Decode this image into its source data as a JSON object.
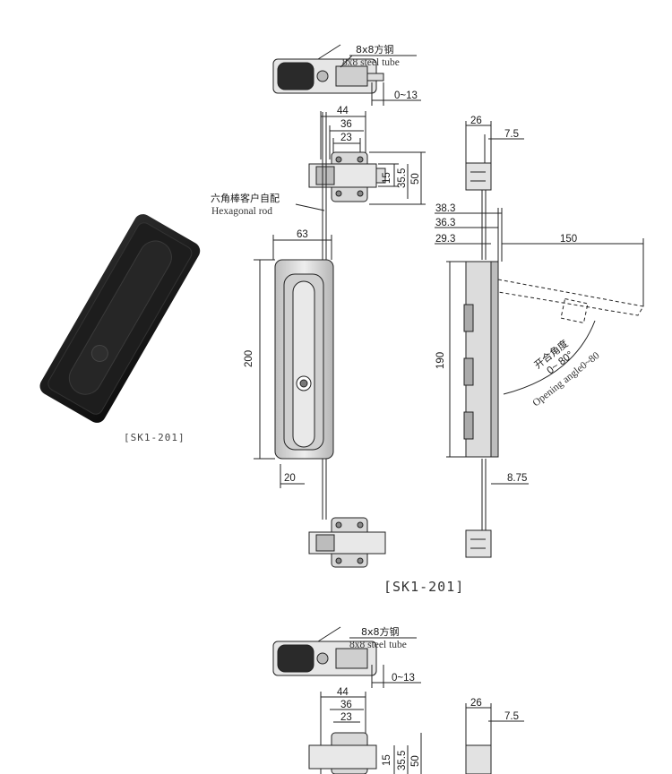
{
  "product": {
    "photo_caption": "[SK1-201]",
    "drawing_caption": "[SK1-201]"
  },
  "labels": {
    "steel_tube_cn": "8x8方钢",
    "steel_tube_en": "8x8 steel tube",
    "hex_rod_cn": "六角棒客户自配",
    "hex_rod_en": "Hexagonal rod",
    "opening_cn": "开合角度",
    "opening_deg": "0~ 80°",
    "opening_en": "Opening angle0~80"
  },
  "dimensions": {
    "travel": "0~13",
    "d44": "44",
    "d36": "36",
    "d23": "23",
    "d15": "15",
    "d35_5": "35.5",
    "d50": "50",
    "d63": "63",
    "d200": "200",
    "d20": "20",
    "d26": "26",
    "d7_5": "7.5",
    "d38_3": "38.3",
    "d36_3": "36.3",
    "d29_3": "29.3",
    "d150": "150",
    "d190": "190",
    "d8_75": "8.75"
  },
  "colors": {
    "line": "#222222",
    "metal": "#d9d9d9",
    "metal_dark": "#8c8c8c",
    "handle": "#161616"
  }
}
